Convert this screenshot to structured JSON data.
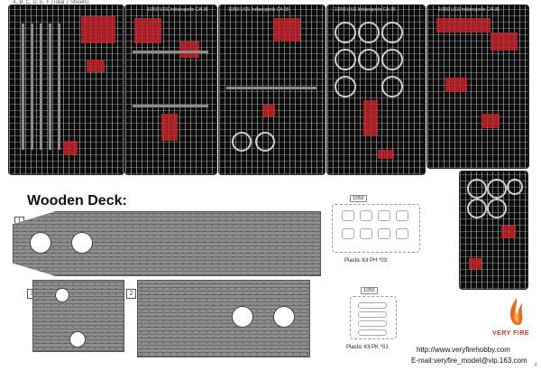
{
  "header": {
    "sheet_letters": "A, B, C, D, E, F (Total 7 Sheets)"
  },
  "sheets": {
    "a_label": "1/350 USS Indianapolis CA-35",
    "b_label": "1/350 USS Indianapolis CA-35",
    "c_label": "1/350 USS Indianapolis CA-35",
    "d_label": "1/350 USS Indianapolis CA-35",
    "e_label": "1/350 USS Indianapolis CA-35"
  },
  "deck": {
    "title": "Wooden Deck:",
    "part_numbers": [
      "1",
      "2",
      "3"
    ]
  },
  "kits": [
    {
      "scale": "1/350",
      "label": "Plastic Kit PH *03"
    },
    {
      "scale": "1/350",
      "label": "Plastic Kit PK *01"
    }
  ],
  "footer": {
    "brand": "VERY FIRE",
    "url": "http://www.veryfirehobby.com",
    "email": "E-mail:veryfire_model@vip.163.com",
    "page_number": "4"
  },
  "colors": {
    "accent": "#c2262c",
    "brand": "#d4381c",
    "sheet": "#0c0c0c",
    "deck": "#8e8e8e"
  }
}
